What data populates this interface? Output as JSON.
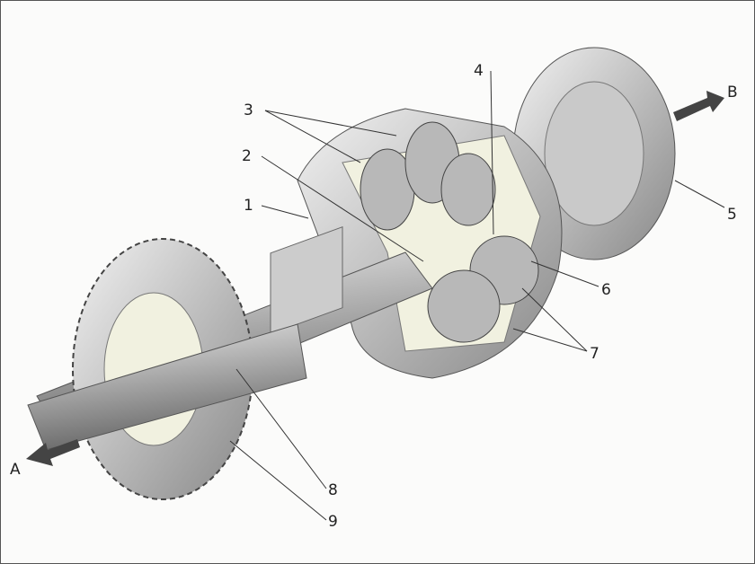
{
  "labels": {
    "n1": "1",
    "n2": "2",
    "n3": "3",
    "n4": "4",
    "n5": "5",
    "n6": "6",
    "n7": "7",
    "n8": "8",
    "n9": "9",
    "a": "A",
    "b": "B"
  },
  "colors": {
    "metal": "#bdbdbd",
    "cutaway": "#f1f1e0",
    "arrow": "#444444"
  }
}
